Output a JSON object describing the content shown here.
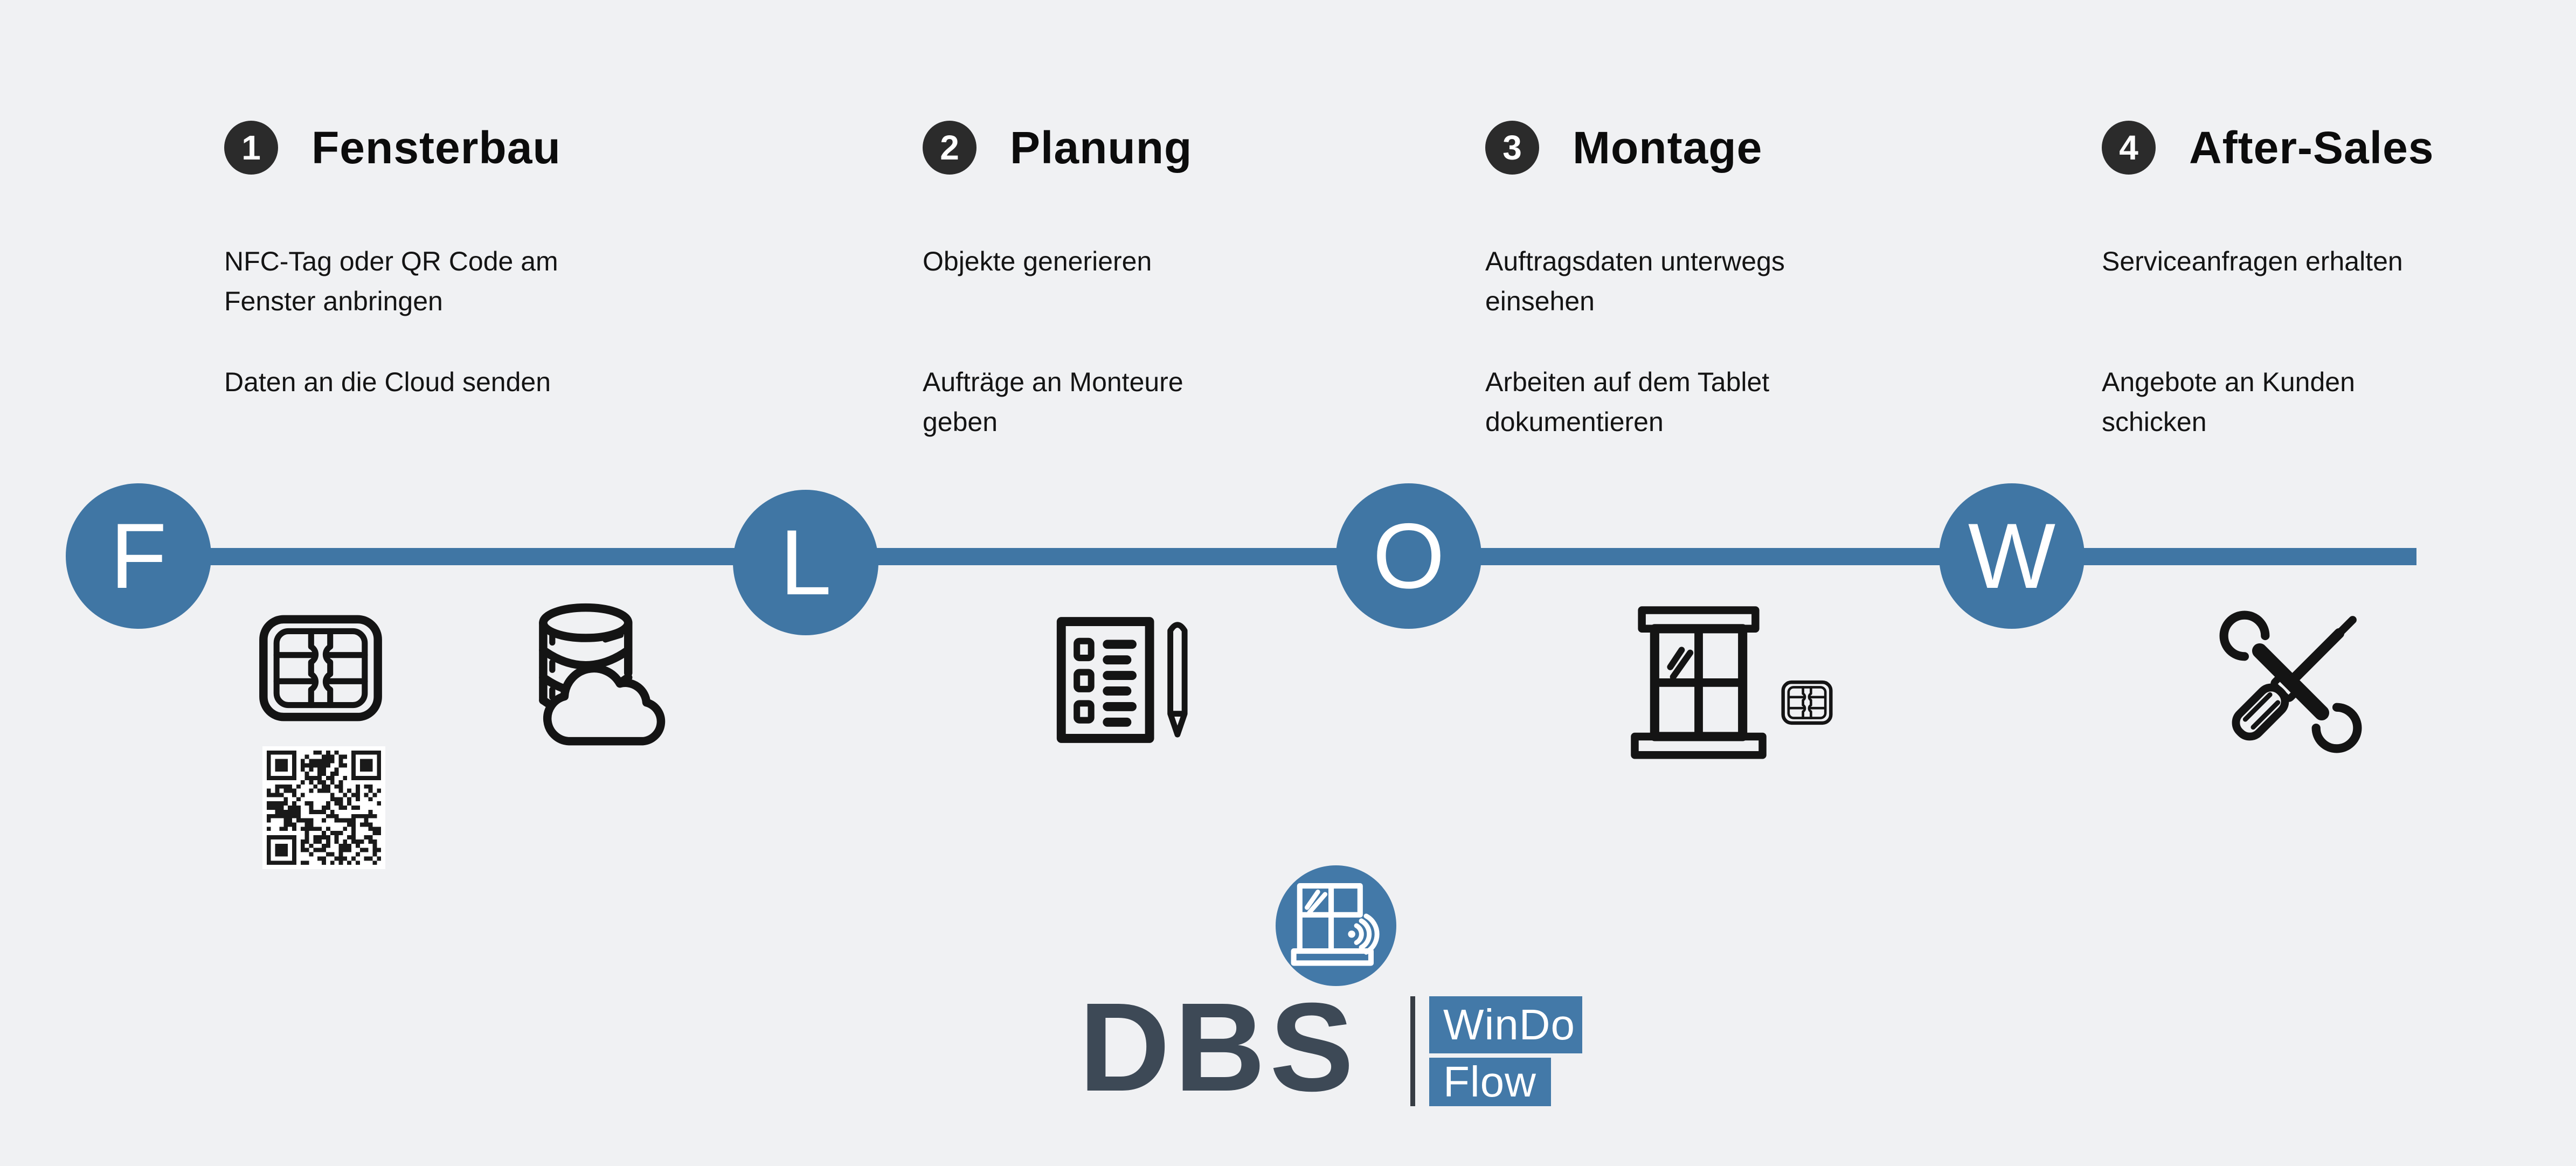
{
  "page": {
    "background_color": "#f0f1f3",
    "accent_blue": "#4076a4",
    "badge_color": "#2b2b2b",
    "text_color": "#141414"
  },
  "steps": [
    {
      "number": "1",
      "title": "Fensterbau",
      "items": [
        {
          "lines": [
            "NFC-Tag oder QR Code am",
            "Fenster anbringen"
          ]
        },
        {
          "lines": [
            "Daten an die Cloud senden"
          ]
        }
      ],
      "icons": [
        "nfc-chip-icon",
        "qr-code-icon",
        "database-cloud-icon"
      ]
    },
    {
      "number": "2",
      "title": "Planung",
      "items": [
        {
          "lines": [
            "Objekte generieren"
          ]
        },
        {
          "lines": [
            "Aufträge an Monteure",
            "geben"
          ]
        }
      ],
      "icons": [
        "checklist-pen-icon"
      ]
    },
    {
      "number": "3",
      "title": "Montage",
      "items": [
        {
          "lines": [
            "Auftragsdaten unterwegs",
            "einsehen"
          ]
        },
        {
          "lines": [
            "Arbeiten auf dem Tablet",
            "dokumentieren"
          ]
        }
      ],
      "icons": [
        "window-icon",
        "nfc-chip-small-icon"
      ]
    },
    {
      "number": "4",
      "title": "After-Sales",
      "items": [
        {
          "lines": [
            "Serviceanfragen erhalten"
          ]
        },
        {
          "lines": [
            "Angebote an Kunden",
            "schicken"
          ]
        }
      ],
      "icons": [
        "tools-icon"
      ]
    }
  ],
  "timeline": {
    "letters": [
      "F",
      "L",
      "O",
      "W"
    ],
    "line_color": "#4076a4",
    "node_color": "#4076a4",
    "letter_color": "#ffffff"
  },
  "logo": {
    "brand": "DBS",
    "product_line1": "WinDo",
    "product_line2": "Flow",
    "brand_color": "#3d4956",
    "box_color": "#4379a8",
    "circle_color": "#4379a8",
    "icon": "window-nfc-signal-icon"
  }
}
